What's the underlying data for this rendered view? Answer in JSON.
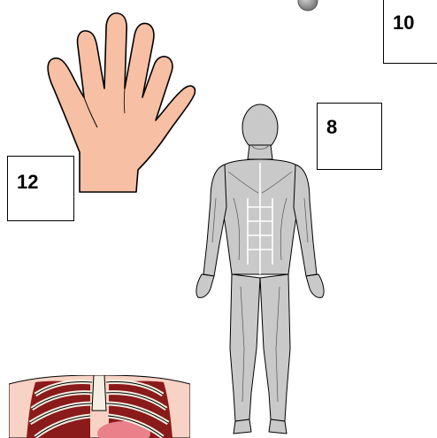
{
  "labels": {
    "box_10": "10",
    "box_8": "8",
    "box_12": "12"
  },
  "icons": {
    "hand": "open-hand-icon",
    "muscles": "human-muscle-figure-icon",
    "ribcage": "ribcage-organs-icon",
    "sphere": "gray-sphere-icon"
  },
  "colors": {
    "hand_fill": "#f7bfa3",
    "muscle_fill": "#c9c9c9",
    "organ_red": "#8b1a1a",
    "outline": "#000000"
  }
}
